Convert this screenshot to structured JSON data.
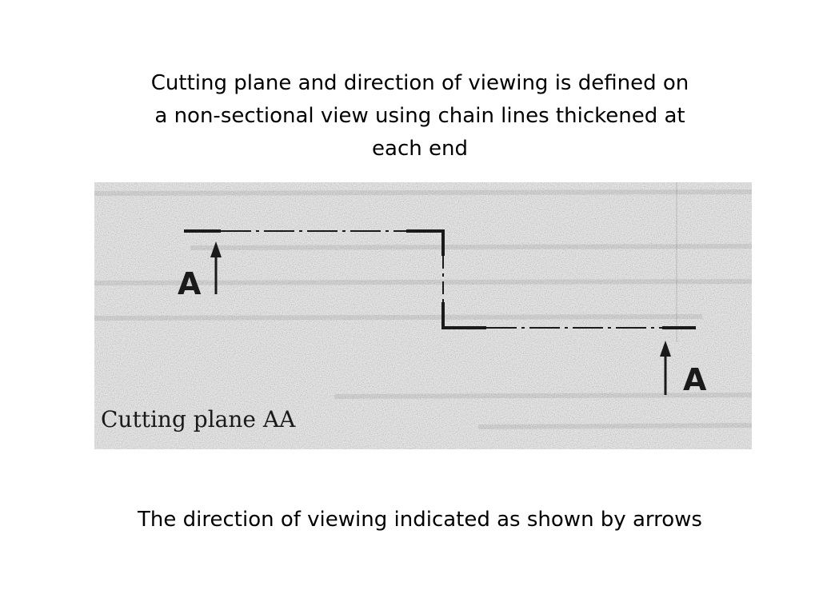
{
  "title": {
    "lines": [
      "Cutting plane and direction of viewing is defined on",
      "a non-sectional view using chain lines thickened at",
      "each end"
    ]
  },
  "figure": {
    "label_left": "A",
    "label_right": "A",
    "caption": "Cutting plane AA"
  },
  "caption": "The direction of viewing indicated as shown by arrows"
}
